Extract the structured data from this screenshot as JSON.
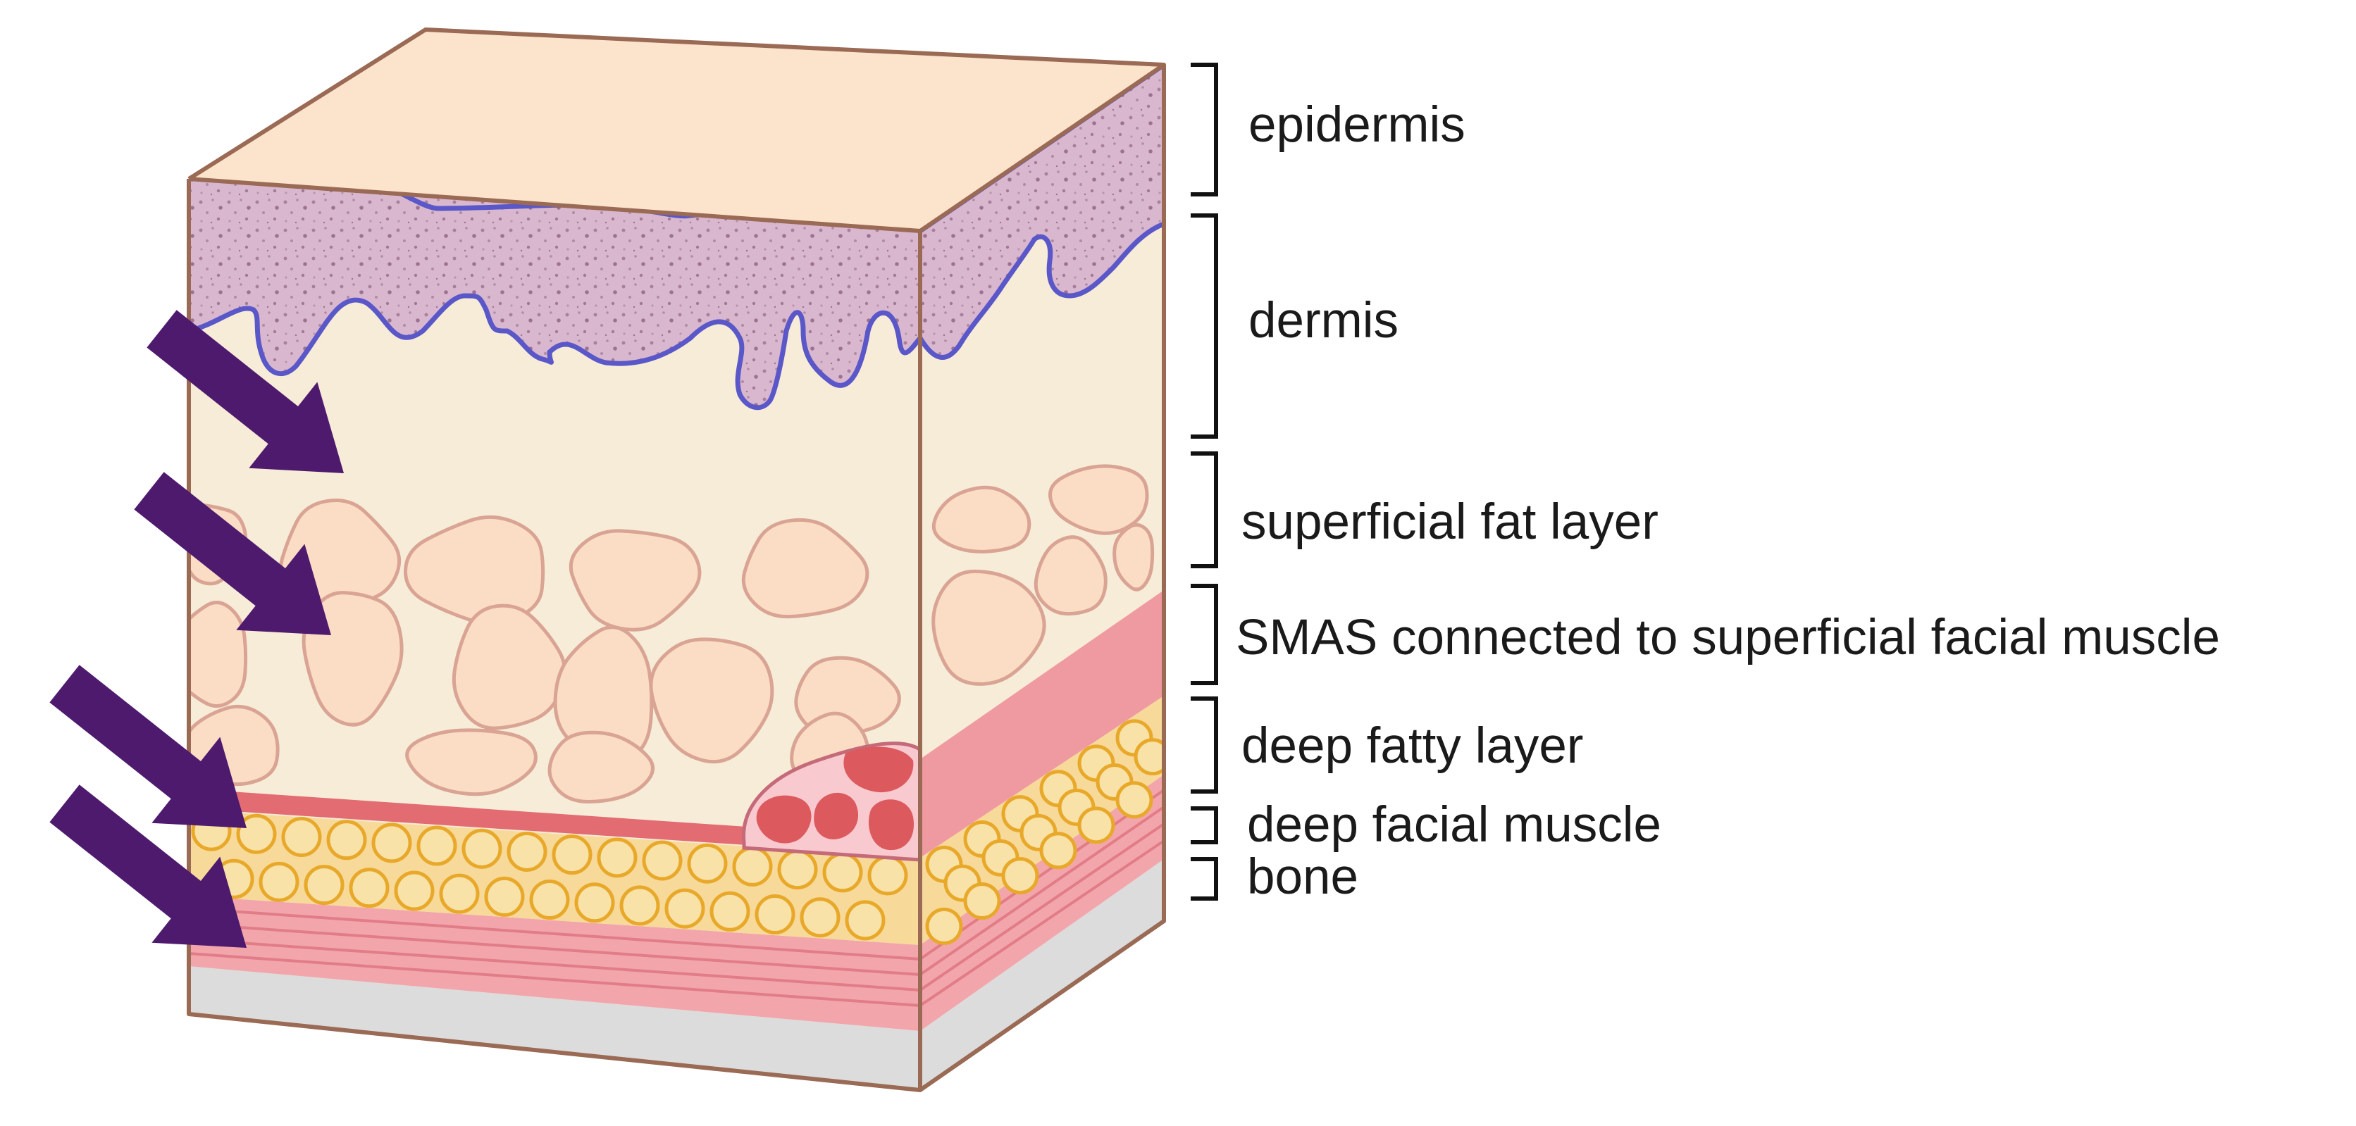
{
  "labels": {
    "epidermis": "epidermis",
    "dermis": "dermis",
    "superficial_fat": "superficial fat layer",
    "smas": "SMAS connected to superficial facial muscle",
    "deep_fatty": "deep fatty layer",
    "deep_muscle": "deep facial muscle",
    "bone": "bone"
  },
  "colors": {
    "outline": "#9a6a55",
    "block_face": "#f7ecd8",
    "block_top": "#fbe3cc",
    "dermis_fill": "#d9b8cf",
    "dermis_border": "#5a57c8",
    "fat_cell": "#fbddc6",
    "fat_cell_border": "#d9a494",
    "smas": "#ef9aa0",
    "smas_dark": "#e26c72",
    "deep_fat": "#f7d99a",
    "deep_fat_circle": "#e8a92a",
    "muscle": "#f2a6ac",
    "muscle_line": "#e27c87",
    "bone": "#dcdcdc",
    "arrow": "#4e1a6e",
    "vessel": "#dc5a5e",
    "vessel_bg": "#f8c9cf",
    "bracket": "#111111"
  },
  "icons": [
    "arrow-icon",
    "blood-vessel-icon"
  ]
}
